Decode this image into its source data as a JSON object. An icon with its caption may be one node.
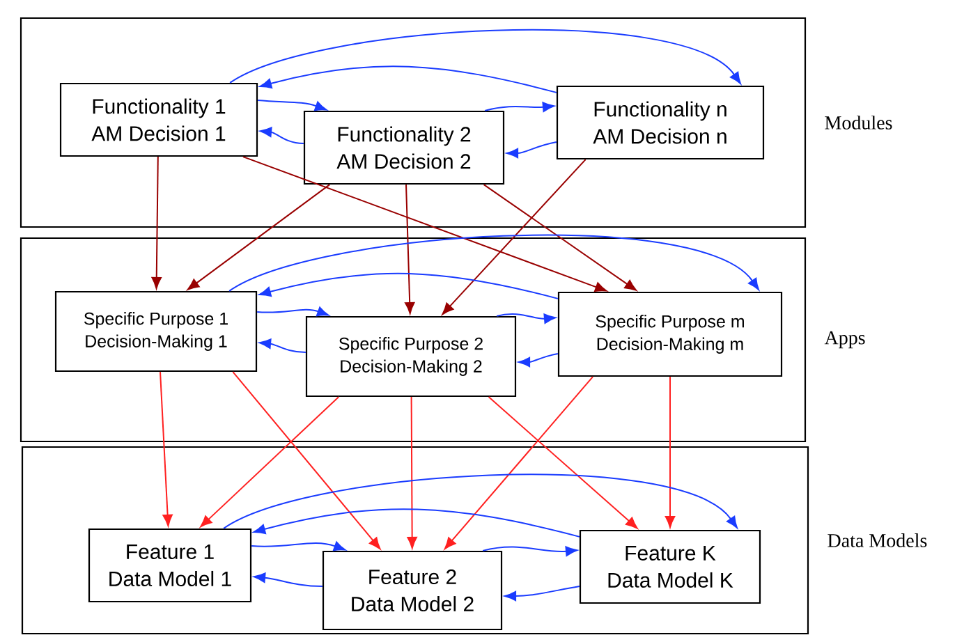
{
  "diagram": {
    "nodes": [
      {
        "text": [],
        "shape": "box",
        "beside": [
          "Modules"
        ]
      },
      {
        "text": [
          "Functionality 1",
          "AM Decision 1"
        ],
        "in": 0
      },
      {
        "text": [
          "Functionality 2",
          "AM Decision 2"
        ],
        "in": 0
      },
      {
        "text": [
          "Functionality n",
          "AM Decision n"
        ],
        "in": 0
      },
      {
        "text": [],
        "shape": "box",
        "beside": [
          "Apps"
        ]
      },
      {
        "text": [
          "Specific Purpose 1",
          "Decision-Making 1"
        ],
        "in": 4
      },
      {
        "text": [
          "Specific Purpose 2",
          "Decision-Making 2"
        ],
        "in": 4
      },
      {
        "text": [
          "Specific Purpose m",
          "Decision-Making m"
        ],
        "in": 4
      },
      {
        "text": [],
        "shape": "box",
        "beside": [
          "Data Models"
        ]
      },
      {
        "text": [
          "Feature 1",
          "Data Model 1"
        ],
        "in": 8
      },
      {
        "text": [
          "Feature 2",
          "Data Model 2"
        ],
        "in": 8
      },
      {
        "text": [
          "Feature K",
          "Data Model K"
        ],
        "in": 8
      }
    ],
    "edges": [
      {
        "from": 1,
        "to": 3,
        "arrow": "to"
      },
      {
        "from": 3,
        "to": 1,
        "arrow": "to"
      },
      {
        "from": 1,
        "to": 2,
        "arrow": "to"
      },
      {
        "from": 2,
        "to": 3,
        "arrow": "to"
      },
      {
        "from": 2,
        "to": 1,
        "arrow": "to"
      },
      {
        "from": 3,
        "to": 2,
        "arrow": "to"
      },
      {
        "from": 1,
        "to": 5,
        "arrow": "to",
        "color": "#990000"
      },
      {
        "from": 1,
        "to": 7,
        "arrow": "to",
        "color": "#990000"
      },
      {
        "from": 2,
        "to": 5,
        "arrow": "to",
        "color": "#990000"
      },
      {
        "from": 2,
        "to": 6,
        "arrow": "to",
        "color": "#990000"
      },
      {
        "from": 2,
        "to": 7,
        "arrow": "to",
        "color": "#990000"
      },
      {
        "from": 3,
        "to": 6,
        "arrow": "to",
        "color": "#990000"
      },
      {
        "from": 5,
        "to": 7,
        "arrow": "to"
      },
      {
        "from": 7,
        "to": 5,
        "arrow": "to"
      },
      {
        "from": 5,
        "to": 6,
        "arrow": "to"
      },
      {
        "from": 6,
        "to": 7,
        "arrow": "to"
      },
      {
        "from": 6,
        "to": 5,
        "arrow": "to"
      },
      {
        "from": 7,
        "to": 6,
        "arrow": "to"
      },
      {
        "from": 5,
        "to": 9,
        "arrow": "to",
        "color": "#ff2020"
      },
      {
        "from": 5,
        "to": 10,
        "arrow": "to",
        "color": "#ff2020"
      },
      {
        "from": 6,
        "to": 9,
        "arrow": "to",
        "color": "#ff2020"
      },
      {
        "from": 6,
        "to": 10,
        "arrow": "to",
        "color": "#ff2020"
      },
      {
        "from": 6,
        "to": 11,
        "arrow": "to",
        "color": "#ff2020"
      },
      {
        "from": 7,
        "to": 10,
        "arrow": "to",
        "color": "#ff2020"
      },
      {
        "from": 7,
        "to": 11,
        "arrow": "to",
        "color": "#ff2020"
      },
      {
        "from": 9,
        "to": 11,
        "arrow": "to"
      },
      {
        "from": 11,
        "to": 9,
        "arrow": "to"
      },
      {
        "from": 9,
        "to": 10,
        "arrow": "to"
      },
      {
        "from": 10,
        "to": 11,
        "arrow": "to"
      },
      {
        "from": 10,
        "to": 9,
        "arrow": "to"
      },
      {
        "from": 11,
        "to": 10,
        "arrow": "to"
      }
    ]
  }
}
